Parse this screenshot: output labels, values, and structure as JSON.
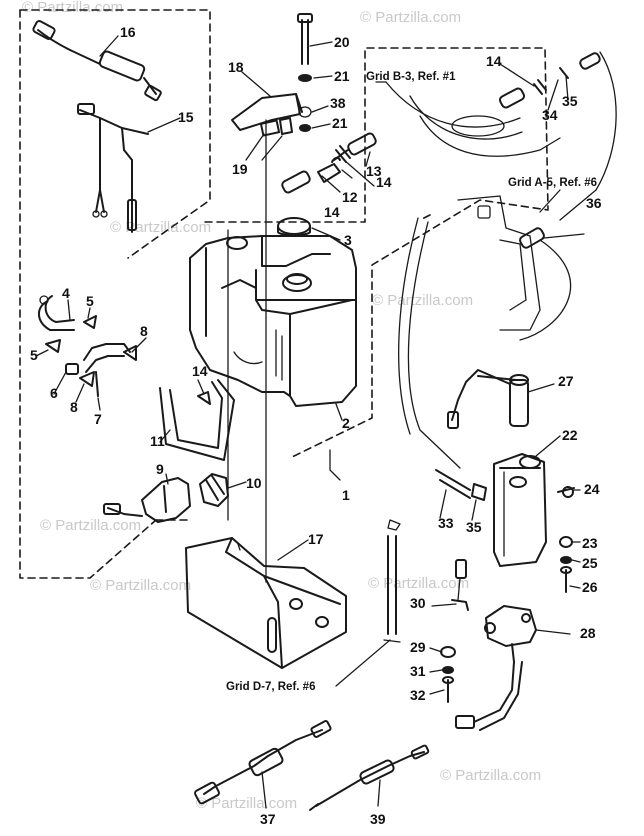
{
  "watermark": "© Partzilla.com",
  "grid_refs": {
    "b3": "Grid B-3,  Ref. #1",
    "a5": "Grid A-5,  Ref. #6",
    "d7": "Grid D-7,  Ref. #6"
  },
  "callouts": {
    "n1": "1",
    "n2": "2",
    "n3": "3",
    "n4": "4",
    "n5a": "5",
    "n5b": "5",
    "n6": "6",
    "n7": "7",
    "n8a": "8",
    "n8b": "8",
    "n9": "9",
    "n10": "10",
    "n11": "11",
    "n12": "12",
    "n13": "13",
    "n14a": "14",
    "n14b": "14",
    "n14c": "14",
    "n14d": "14",
    "n15": "15",
    "n16": "16",
    "n17": "17",
    "n18": "18",
    "n19": "19",
    "n20": "20",
    "n21a": "21",
    "n21b": "21",
    "n22": "22",
    "n23": "23",
    "n24": "24",
    "n25": "25",
    "n26": "26",
    "n27": "27",
    "n28": "28",
    "n29": "29",
    "n30": "30",
    "n31": "31",
    "n32": "32",
    "n33": "33",
    "n34": "34",
    "n35a": "35",
    "n35b": "35",
    "n36": "36",
    "n37": "37",
    "n38": "38",
    "n39": "39"
  }
}
